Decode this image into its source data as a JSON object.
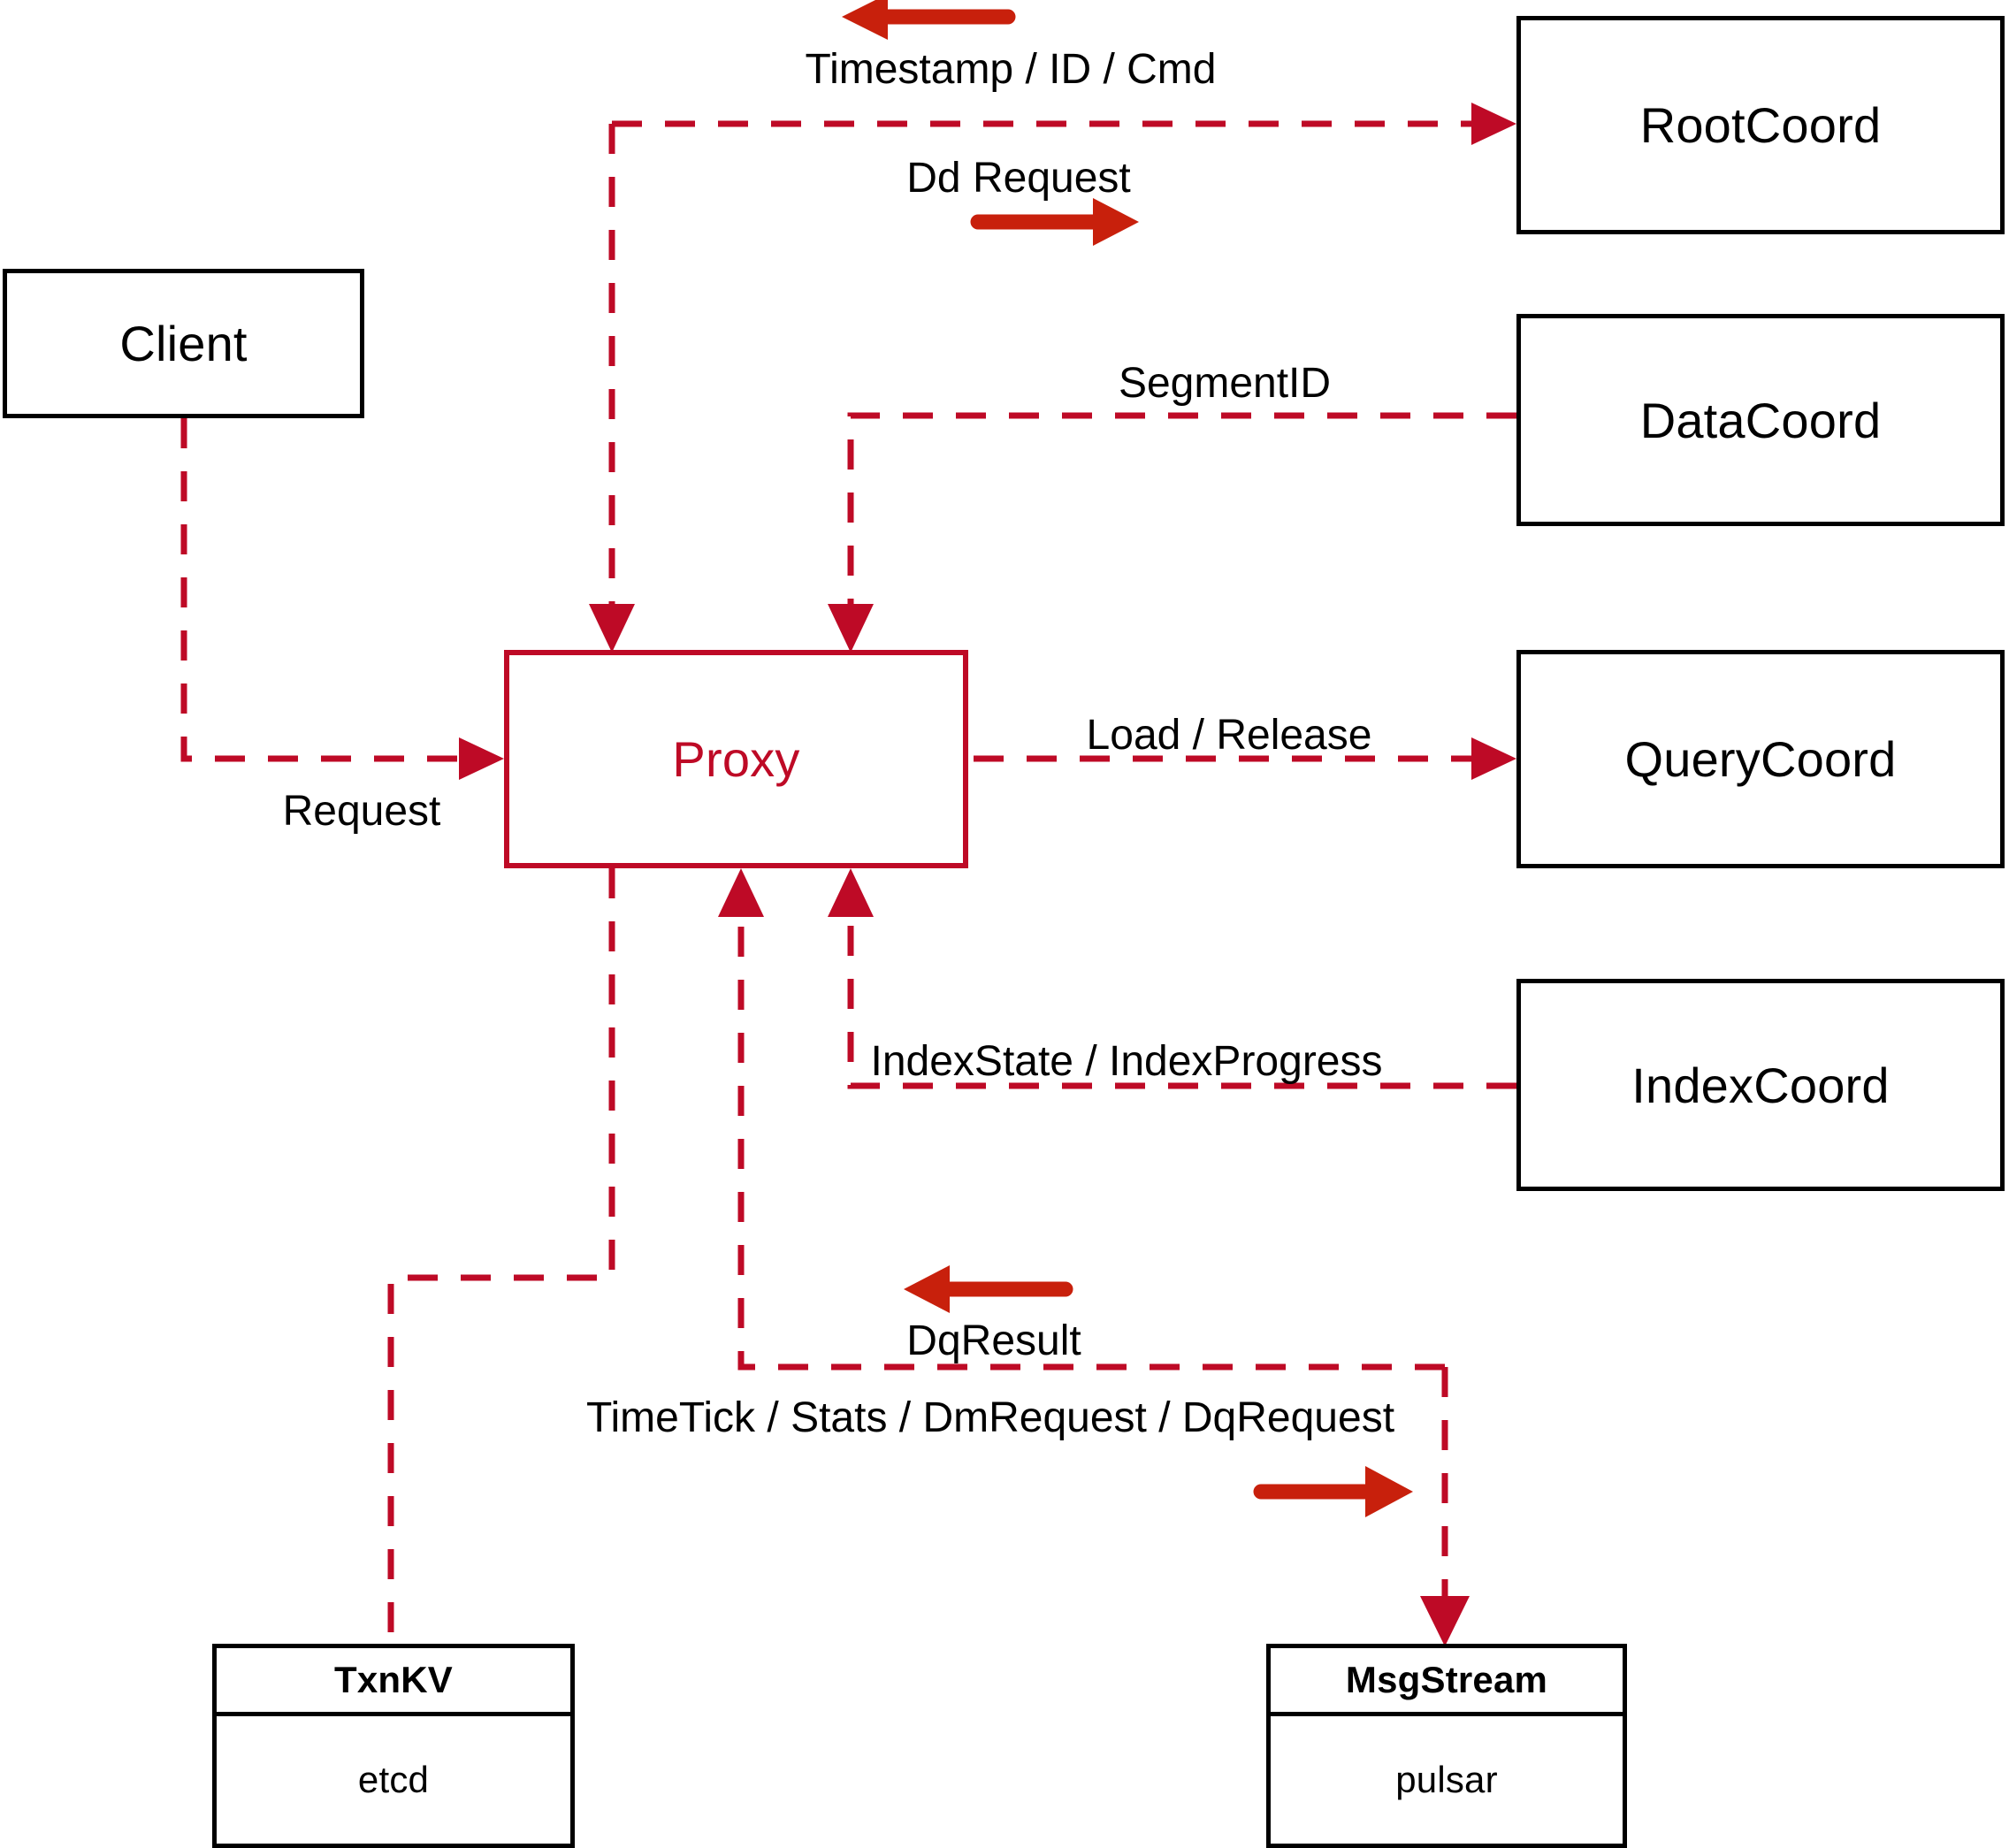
{
  "diagram": {
    "title": "Milvus Proxy interaction diagram",
    "colors": {
      "dashed_line": "#BE0A26",
      "solid_arrow": "#C8200C",
      "node_border": "#000000",
      "proxy_border": "#BE0A26",
      "proxy_text": "#BE0A26",
      "background": "#FFFFFF"
    }
  },
  "nodes": {
    "client": {
      "label": "Client"
    },
    "proxy": {
      "label": "Proxy"
    },
    "root_coord": {
      "label": "RootCoord"
    },
    "data_coord": {
      "label": "DataCoord"
    },
    "query_coord": {
      "label": "QueryCoord"
    },
    "index_coord": {
      "label": "IndexCoord"
    },
    "txnkv": {
      "header": "TxnKV",
      "body": "etcd"
    },
    "msgstream": {
      "header": "MsgStream",
      "body": "pulsar"
    }
  },
  "edges": [
    {
      "id": "timestamp-id-cmd",
      "label": "Timestamp / ID / Cmd",
      "from": "root_coord",
      "to": "proxy",
      "direction": "left"
    },
    {
      "id": "dd-request",
      "label": "Dd Request",
      "from": "proxy",
      "to": "root_coord",
      "direction": "right"
    },
    {
      "id": "segment-id",
      "label": "SegmentID",
      "from": "data_coord",
      "to": "proxy",
      "direction": "left"
    },
    {
      "id": "load-release",
      "label": "Load / Release",
      "from": "proxy",
      "to": "query_coord",
      "direction": "right"
    },
    {
      "id": "index-state-progress",
      "label": "IndexState / IndexProgress",
      "from": "index_coord",
      "to": "proxy",
      "direction": "left"
    },
    {
      "id": "request",
      "label": "Request",
      "from": "client",
      "to": "proxy",
      "direction": "right"
    },
    {
      "id": "dq-result",
      "label": "DqResult",
      "from": "msgstream",
      "to": "proxy",
      "direction": "left"
    },
    {
      "id": "timetick-stats-dmrequest-dqrequest",
      "label": "TimeTick / Stats / DmRequest / DqRequest",
      "from": "proxy",
      "to": "msgstream",
      "direction": "right"
    },
    {
      "id": "proxy-txnkv",
      "label": "",
      "from": "proxy",
      "to": "txnkv",
      "direction": "none"
    }
  ]
}
